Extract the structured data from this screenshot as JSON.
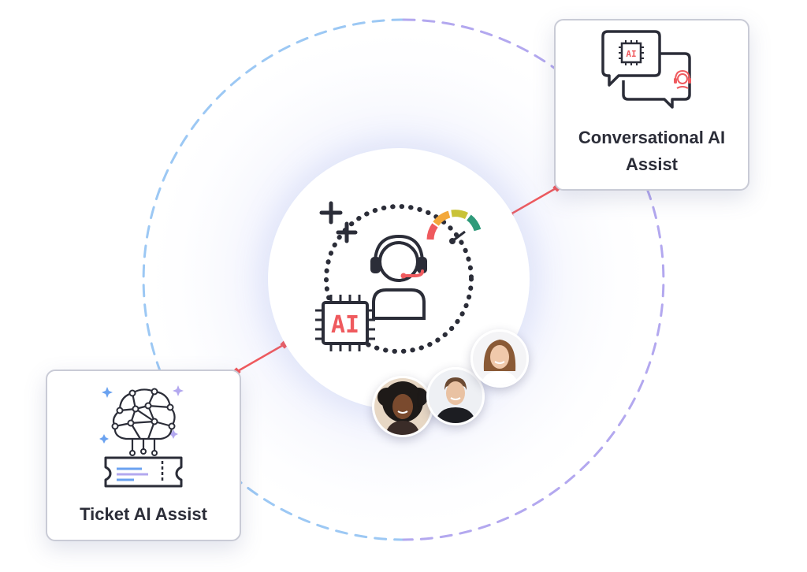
{
  "cards": {
    "conversational": {
      "title": "Conversational AI Assist",
      "chip_text": "AI"
    },
    "ticket": {
      "title": "Ticket AI Assist"
    }
  },
  "hub": {
    "chip_text": "AI"
  },
  "colors": {
    "orbit_left": "#9cc8f4",
    "orbit_right": "#b3a8ef",
    "connector": "#ef5a5e",
    "icon_stroke": "#2b2d38",
    "accent_red": "#ef5a5e",
    "accent_blue": "#6aa2f0",
    "accent_purple": "#b3a8ef",
    "gauge_red": "#ef5a5e",
    "gauge_orange": "#f3a83b",
    "gauge_yellow": "#c9c338",
    "gauge_green": "#2f9a7a"
  },
  "icons": {
    "conversational": "chat-bubbles-ai-agent-icon",
    "ticket": "neural-network-ticket-icon",
    "hub_agent": "headset-agent-icon",
    "hub_chip": "ai-chip-icon",
    "hub_gauge": "speed-gauge-icon",
    "hub_plus": "plus-sparkle-icon"
  },
  "avatars": [
    "person-avatar-1",
    "person-avatar-2",
    "person-avatar-3"
  ]
}
